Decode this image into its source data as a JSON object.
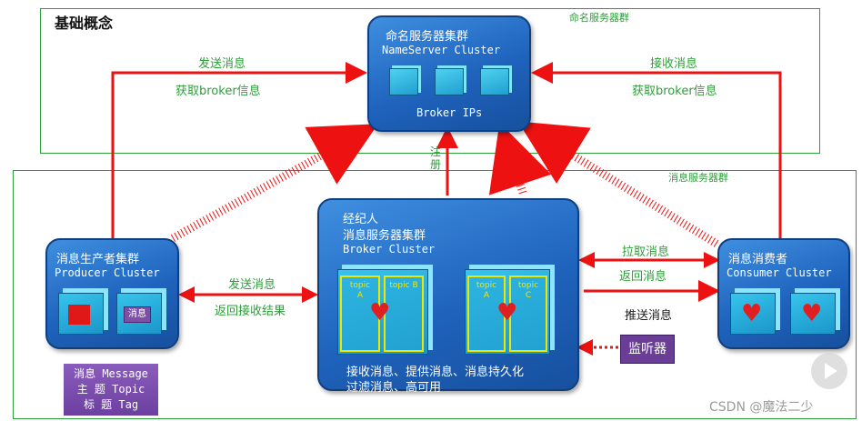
{
  "title": "基础概念",
  "nameserver_group_label": "命名服务器群",
  "broker_group_label": "消息服务器群",
  "nameserver": {
    "title_cn": "命名服务器集群",
    "title_en": "NameServer Cluster",
    "ips_label": "Broker IPs"
  },
  "producer": {
    "title_cn": "消息生产者集群",
    "title_en": "Producer Cluster",
    "small_label": "消息"
  },
  "broker": {
    "line1": "经纪人",
    "line2": "消息服务器集群",
    "line3": "Broker Cluster",
    "topics": [
      {
        "line1": "topic",
        "line2": "A"
      },
      {
        "line1": "topic",
        "line2": "B"
      },
      {
        "line1": "topic",
        "line2": "A"
      },
      {
        "line1": "topic",
        "line2": "C"
      }
    ],
    "caption1": "接收消息、提供消息、消息持久化",
    "caption2": "过滤消息、高可用"
  },
  "consumer": {
    "title_cn": "消息消费者",
    "title_en": "Consumer Cluster"
  },
  "listener": "监听器",
  "message_info": [
    "消息 Message",
    "主 题 Topic",
    "标 题 Tag"
  ],
  "edges": {
    "send_top": "发送消息",
    "get_broker_left": "获取broker信息",
    "receive_top": "接收消息",
    "get_broker_right": "获取broker信息",
    "register": "注册",
    "send_mid": "发送消息",
    "return_result": "返回接收结果",
    "pull": "拉取消息",
    "return_msg": "返回消息",
    "push": "推送消息"
  },
  "watermark": "CSDN @魔法二少",
  "colors": {
    "arrow": "#ee1111",
    "frame": "#2e9e3a",
    "box": "#1f63bd"
  }
}
